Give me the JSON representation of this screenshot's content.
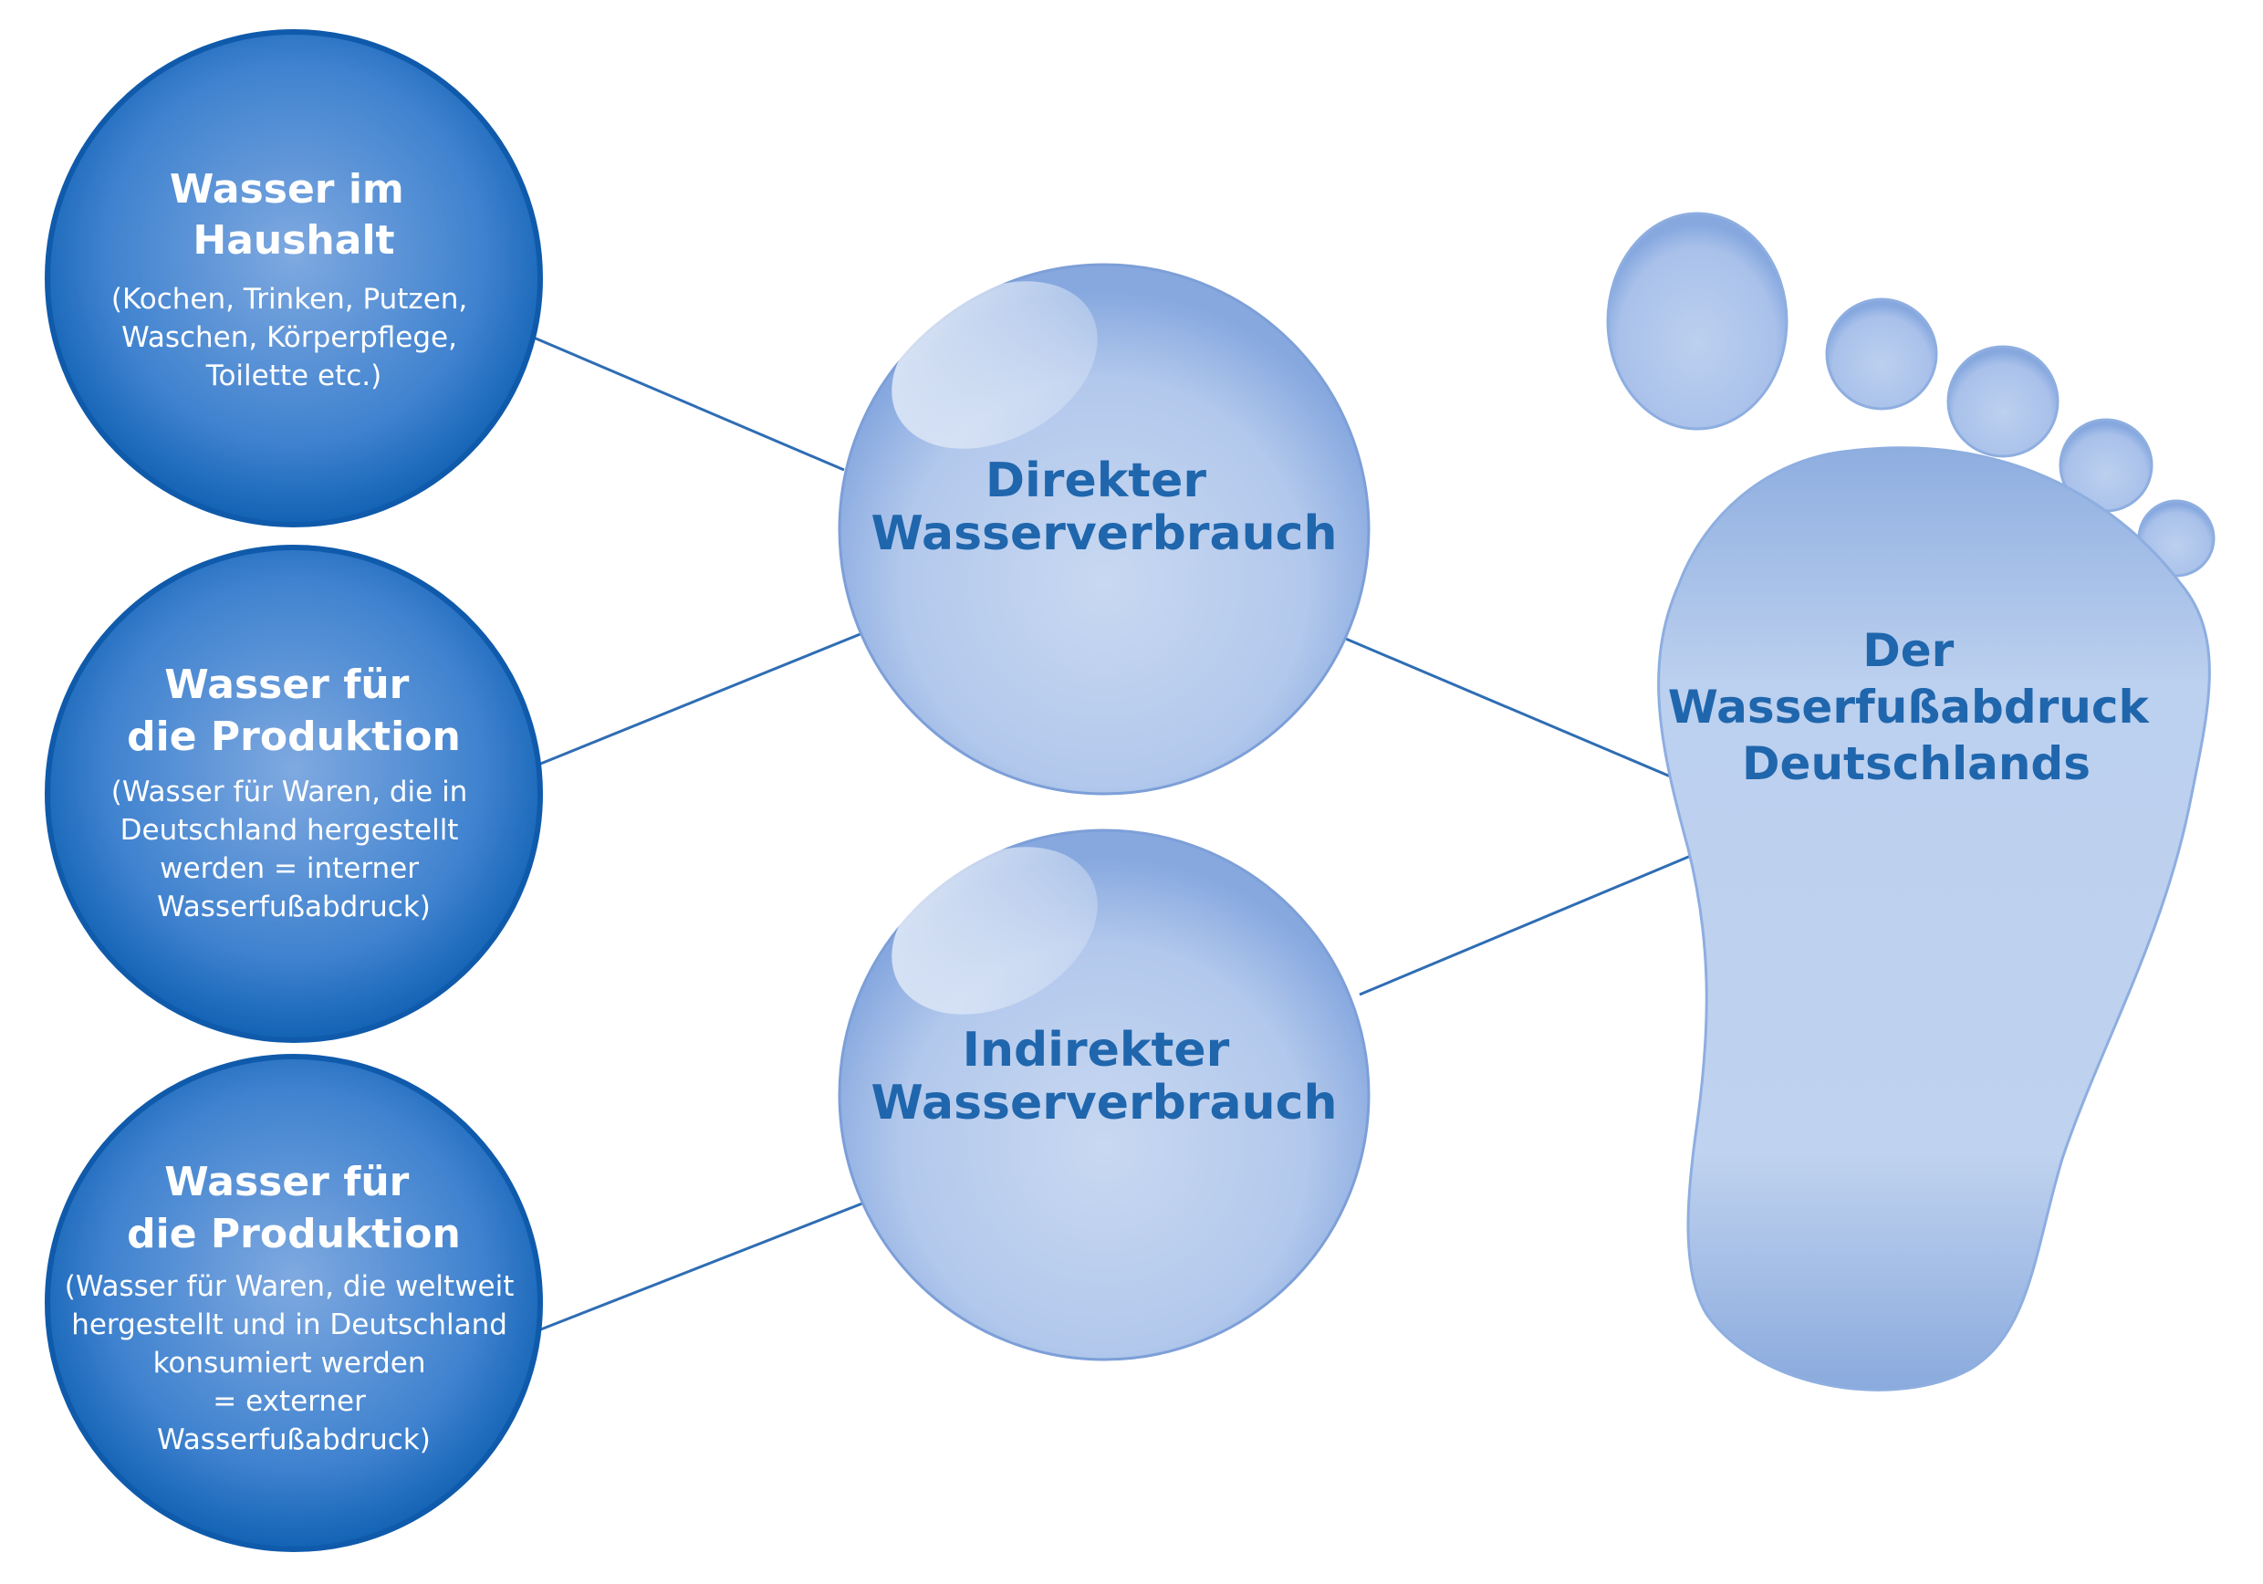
{
  "sources": [
    {
      "title": [
        "Wasser im",
        "Haushalt"
      ],
      "detail": [
        "(Kochen, Trinken, Putzen,",
        "Waschen, Körperpflege,",
        "Toilette etc.)"
      ]
    },
    {
      "title": [
        "Wasser für",
        "die Produktion"
      ],
      "detail": [
        "(Wasser für Waren, die in",
        "Deutschland  hergestellt",
        "werden = interner",
        "Wasserfußabdruck)"
      ]
    },
    {
      "title": [
        "Wasser für",
        "die Produktion"
      ],
      "detail": [
        "(Wasser für Waren, die weltweit",
        "hergestellt und in Deutschland",
        "konsumiert werden",
        "= externer",
        "Wasserfußabdruck)"
      ]
    }
  ],
  "usage": [
    {
      "title": [
        "Direkter",
        "Wasserverbrauch"
      ]
    },
    {
      "title": [
        "Indirekter",
        "Wasserverbrauch"
      ]
    }
  ],
  "footprint": {
    "title": [
      "Der",
      "Wasserfußabdruck",
      "Deutschlands"
    ]
  },
  "colors": {
    "source_fill": "#1f6fbd",
    "usage_fill": "#aac4ea",
    "foot_fill": "#b4c9ec",
    "text_dark": "#1f66ad",
    "line": "#2f6db4"
  }
}
